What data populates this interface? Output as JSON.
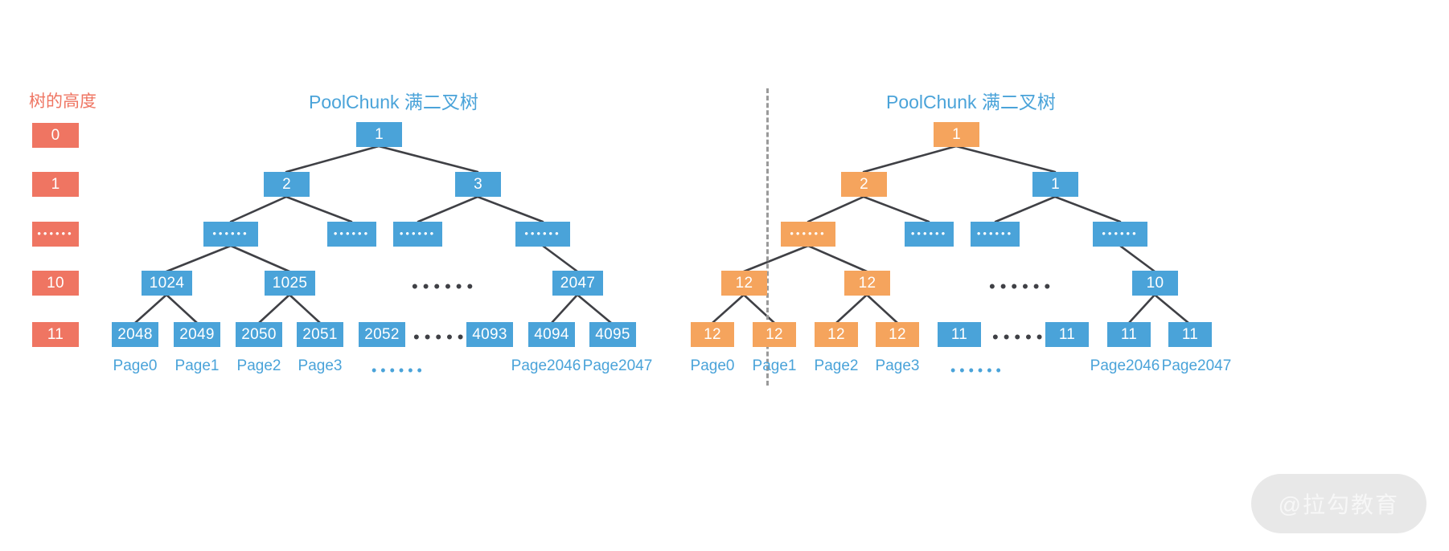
{
  "meta": {
    "ellipsis_dots": "••••••",
    "ellipsis_dots_small": "•••••",
    "colors": {
      "blue": "#4aa3d9",
      "orange": "#f5a45d",
      "red": "#ef7562",
      "edge": "#3f4045",
      "divider": "#9a9a9a",
      "watermark_bg": "#e8e8e8"
    }
  },
  "height_column": {
    "title": "树的高度",
    "levels": [
      {
        "label": "0"
      },
      {
        "label": "1"
      },
      {
        "label": "••••••"
      },
      {
        "label": "10"
      },
      {
        "label": "11"
      }
    ]
  },
  "left_panel": {
    "title": "PoolChunk 满二叉树",
    "nodes": {
      "root": "1",
      "level1": [
        "2",
        "3"
      ],
      "level2": [
        "••••••",
        "••••••",
        "••••••",
        "••••••"
      ],
      "level10": [
        "1024",
        "1025",
        "2047"
      ],
      "level11": [
        "2048",
        "2049",
        "2050",
        "2051",
        "2052",
        "4093",
        "4094",
        "4095"
      ],
      "mid_gap": "••••••",
      "leaf_gap": "••••••"
    },
    "page_labels": [
      "Page0",
      "Page1",
      "Page2",
      "Page3",
      "Page2046",
      "Page2047"
    ],
    "page_gap": "••••••"
  },
  "right_panel": {
    "title": "PoolChunk 满二叉树",
    "nodes": {
      "root": "1",
      "level1": [
        "2",
        "1"
      ],
      "level2": [
        "••••••",
        "••••••",
        "••••••",
        "••••••"
      ],
      "level10": [
        "12",
        "12",
        "10"
      ],
      "level11": [
        "12",
        "12",
        "12",
        "12",
        "11",
        "11",
        "11",
        "11"
      ],
      "mid_gap": "••••••",
      "leaf_gap": "••••••"
    },
    "page_labels": [
      "Page0",
      "Page1",
      "Page2",
      "Page3",
      "Page2046",
      "Page2047"
    ],
    "page_gap": "••••••"
  },
  "watermark": {
    "text": "@拉勾教育"
  }
}
